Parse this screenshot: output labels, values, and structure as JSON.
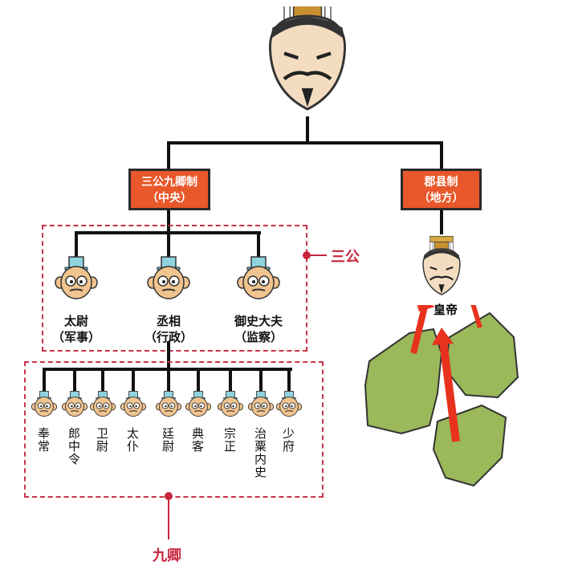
{
  "central_box": {
    "title": "三公九卿制",
    "sub": "（中央）"
  },
  "local_box": {
    "title": "郡县制",
    "sub": "（地方）"
  },
  "emperor_label": "皇帝",
  "san_gong": {
    "label": "三公",
    "officials": [
      {
        "name": "太尉",
        "role": "（军事）"
      },
      {
        "name": "丞相",
        "role": "（行政）"
      },
      {
        "name": "御史大夫",
        "role": "（监察）"
      }
    ]
  },
  "jiu_qing": {
    "label": "九卿",
    "officials": [
      "奉常",
      "郎中令",
      "卫尉",
      "太仆",
      "廷尉",
      "典客",
      "宗正",
      "治粟内史",
      "少府"
    ]
  },
  "colors": {
    "box": "#E8582A",
    "accent": "#c8243c",
    "land": "#9bb85a",
    "arrow": "#e8321e",
    "hat": "#8fd3df"
  }
}
